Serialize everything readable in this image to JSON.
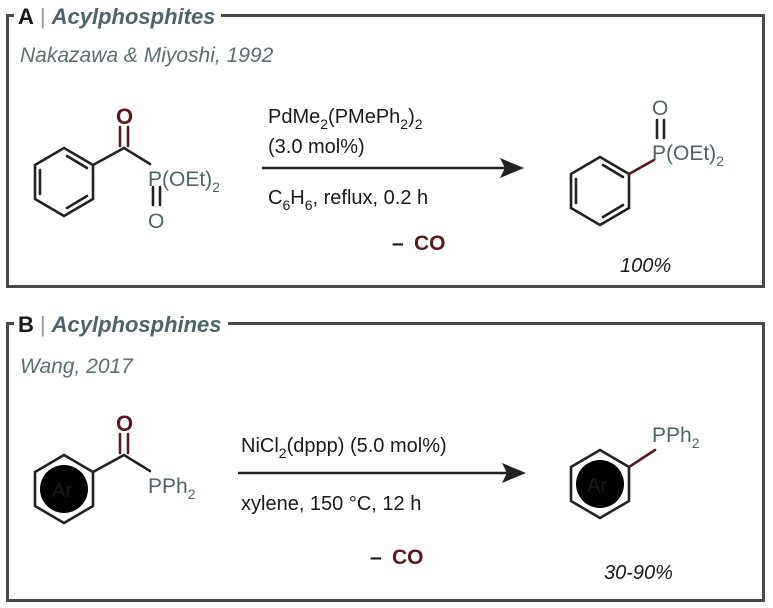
{
  "panelA": {
    "letter": "A",
    "separator": "|",
    "title": "Acylphosphites",
    "citation": "Nakazawa & Miyoshi, 1992",
    "reactant_oxygen": "O",
    "reactant_group": "P(OEt)",
    "reactant_group_sub": "2",
    "reactant_po_oxygen": "O",
    "catalyst_main": "PdMe",
    "catalyst_sub1": "2",
    "catalyst_mid": "(PMePh",
    "catalyst_sub2": "2",
    "catalyst_end": ")",
    "catalyst_sub3": "2",
    "loading": "(3.0 mol%)",
    "solvent_pre": "C",
    "solvent_sub1": "6",
    "solvent_mid": "H",
    "solvent_sub2": "6",
    "solvent_end": ", reflux, 0.2 h",
    "loss_dash": "–",
    "loss": "CO",
    "product_oxygen": "O",
    "product_group": "P(OEt)",
    "product_group_sub": "2",
    "yield": "100%"
  },
  "panelB": {
    "letter": "B",
    "separator": "|",
    "title": "Acylphosphines",
    "citation": "Wang, 2017",
    "reactant_oxygen": "O",
    "reactant_group": "PPh",
    "reactant_group_sub": "2",
    "aryl_label": "Ar",
    "catalyst_main": "NiCl",
    "catalyst_sub": "2",
    "catalyst_end": "(dppp) (5.0 mol%)",
    "conditions": "xylene, 150 °C, 12 h",
    "loss_dash": "–",
    "loss": "CO",
    "product_group": "PPh",
    "product_group_sub": "2",
    "product_aryl_label": "Ar",
    "yield": "30-90%"
  }
}
